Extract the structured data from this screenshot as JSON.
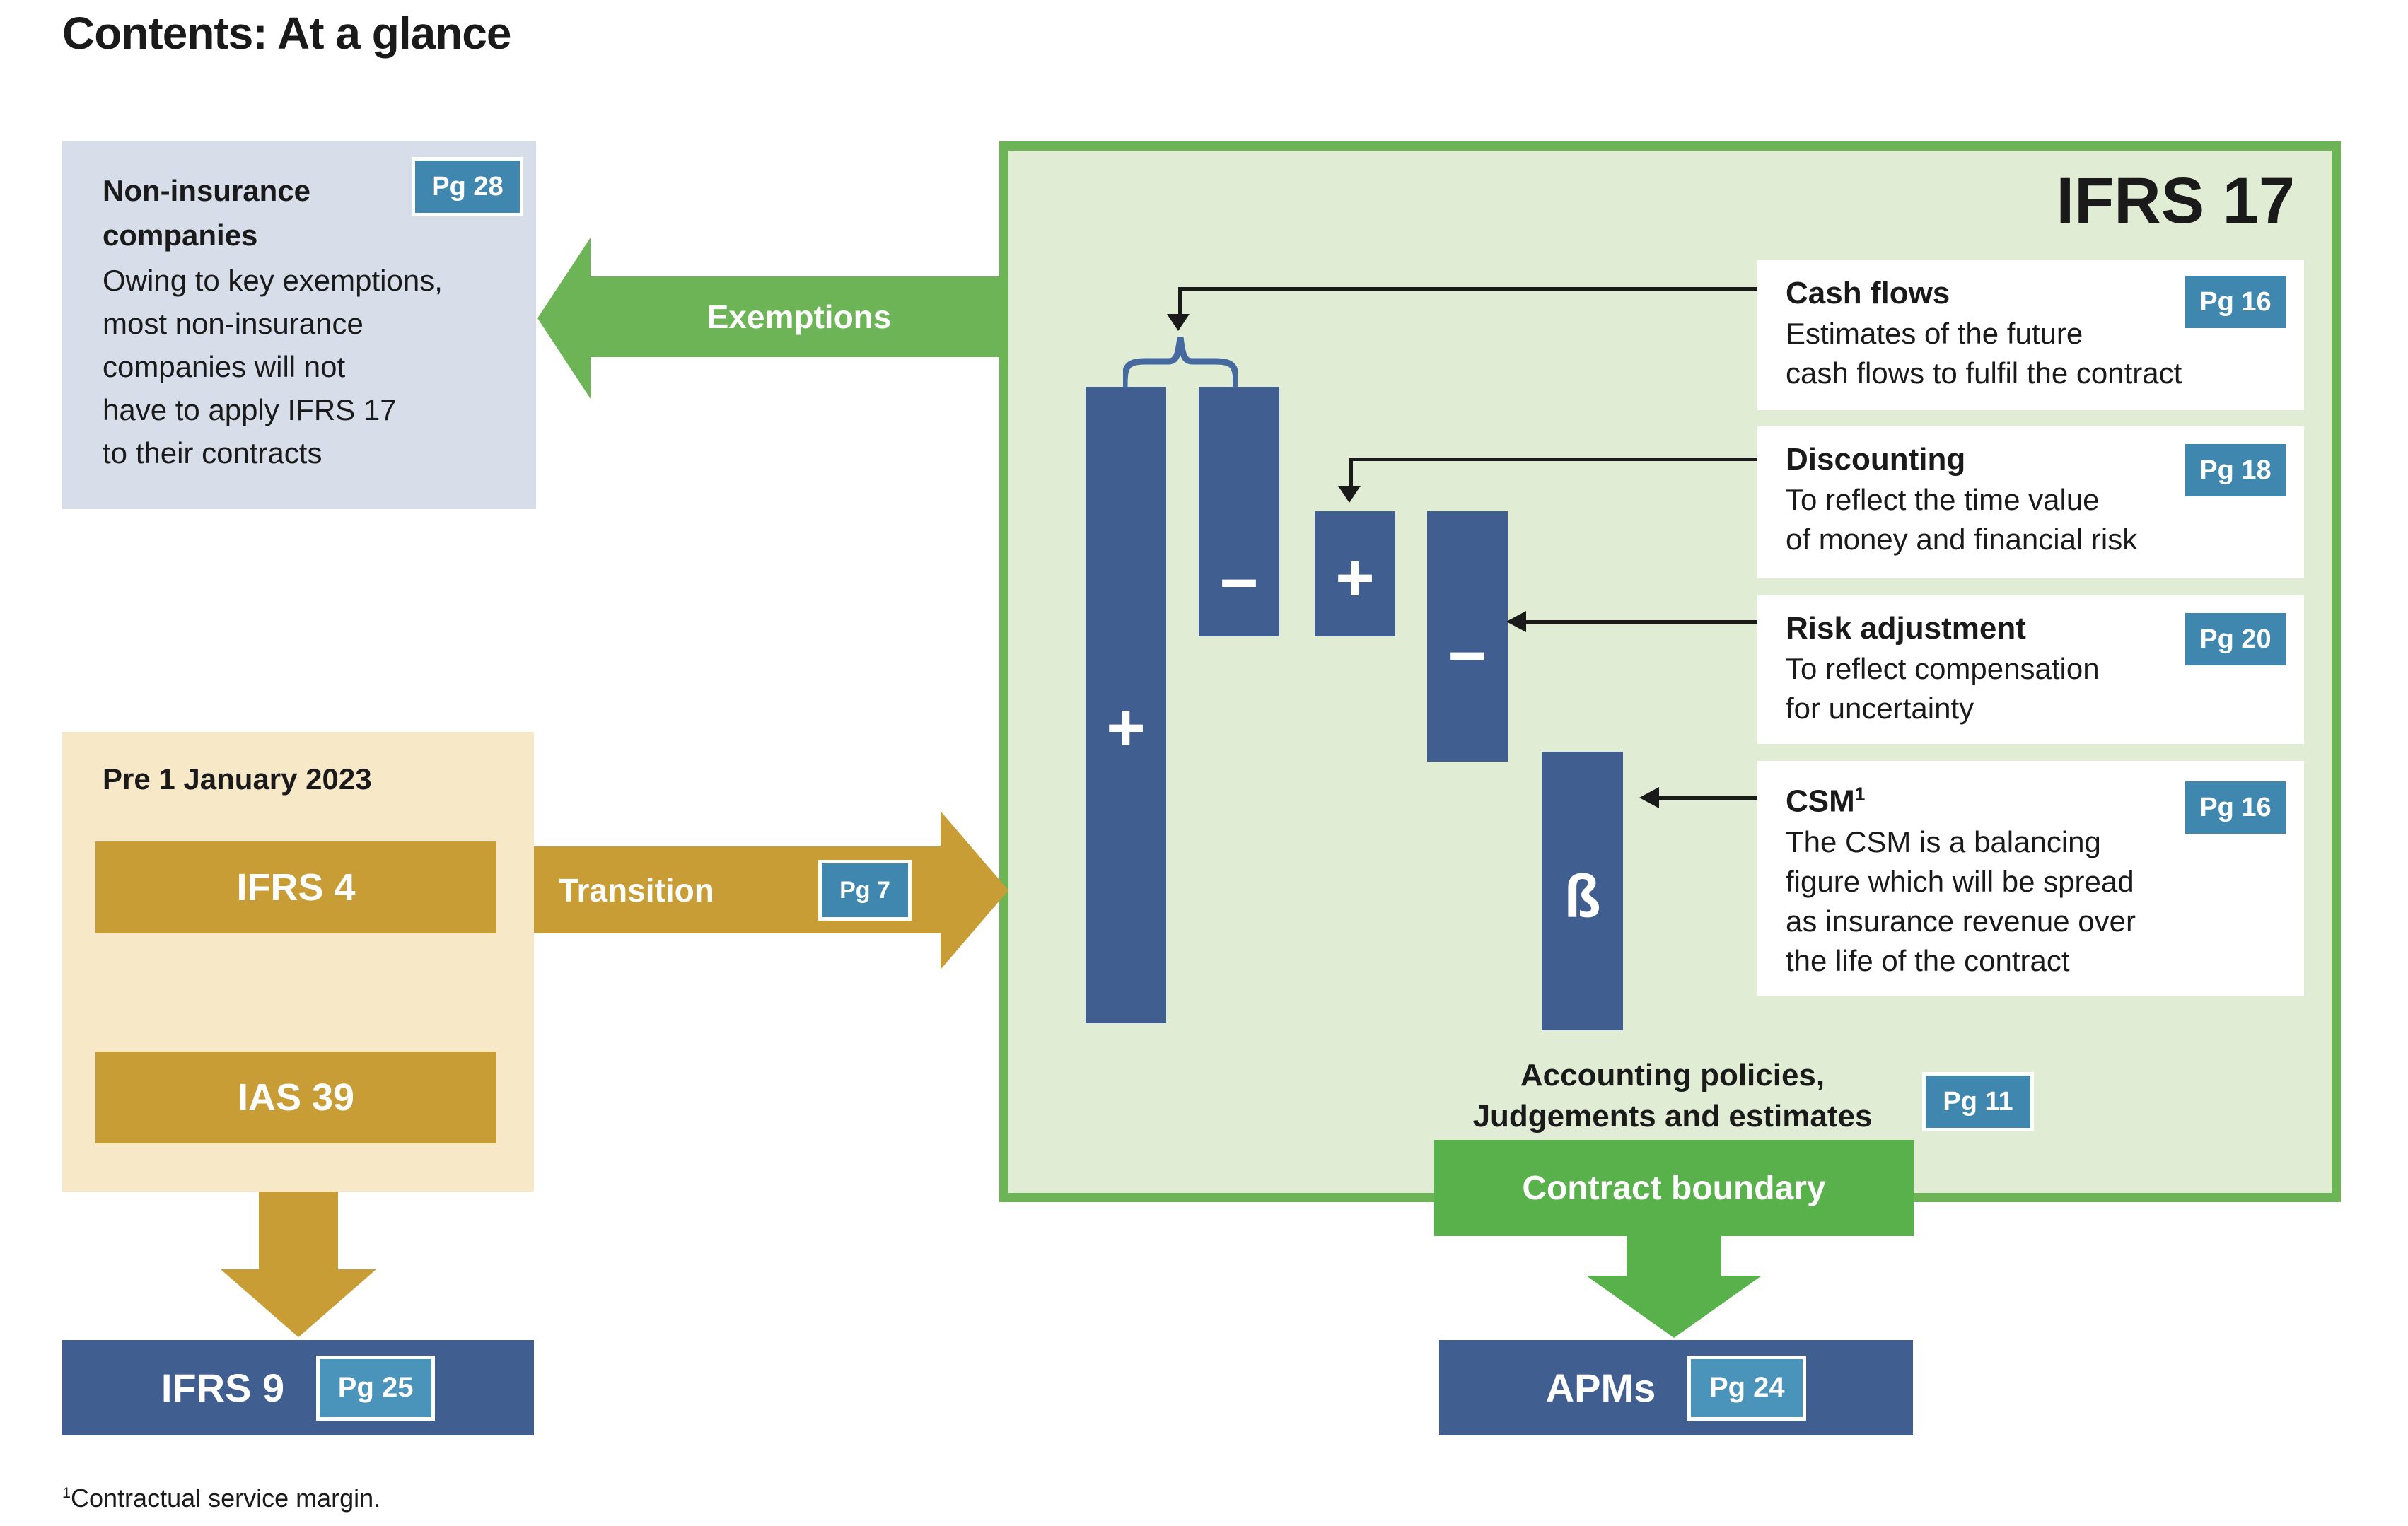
{
  "title": "Contents: At a glance",
  "colors": {
    "bar_blue": "#405e90",
    "badge_blue": "#3f87ae",
    "badge_blue_light": "#4a94bc",
    "light_blue_panel": "#d7dee9",
    "green_border": "#6db457",
    "green_banner": "#58b14a",
    "green_fill": "#e0ecd4",
    "cream": "#f7e8c8",
    "gold": "#c99d35",
    "brace_blue": "#46699f"
  },
  "non_insurance": {
    "badge": "Pg 28",
    "title_lines": [
      "Non-insurance",
      "companies"
    ],
    "body_lines": [
      "Owing to key exemptions,",
      "most non-insurance",
      "companies will not",
      "have to apply IFRS 17",
      "to their contracts"
    ]
  },
  "exemptions": {
    "label": "Exemptions"
  },
  "ifrs17": {
    "heading": "IFRS 17",
    "bars": [
      {
        "name": "cash-inflows",
        "glyph": "+"
      },
      {
        "name": "cash-outflows",
        "glyph": "−"
      },
      {
        "name": "discounting",
        "glyph": "+"
      },
      {
        "name": "risk-adjustment",
        "glyph": "−"
      },
      {
        "name": "csm",
        "glyph": "ß"
      }
    ],
    "info_boxes": [
      {
        "title": "Cash flows",
        "title_sup": "",
        "badge": "Pg 16",
        "lines": [
          "Estimates of the future",
          "cash flows to fulfil the contract"
        ]
      },
      {
        "title": "Discounting",
        "title_sup": "",
        "badge": "Pg 18",
        "lines": [
          "To reflect the time value",
          "of money and financial risk"
        ]
      },
      {
        "title": "Risk adjustment",
        "title_sup": "",
        "badge": "Pg 20",
        "lines": [
          "To reflect compensation",
          "for uncertainty"
        ]
      },
      {
        "title": "CSM",
        "title_sup": "1",
        "badge": "Pg 16",
        "lines": [
          "The CSM is a balancing",
          "figure which will be spread",
          "as insurance revenue over",
          "the life of the contract"
        ]
      }
    ],
    "accounting": {
      "line1": "Accounting policies,",
      "line2": "Judgements and estimates",
      "badge": "Pg 11"
    },
    "contract_boundary": {
      "label": "Contract boundary"
    },
    "apms": {
      "label": "APMs",
      "badge": "Pg 24"
    }
  },
  "pre_2023": {
    "heading": "Pre 1 January 2023",
    "ifrs4": "IFRS 4",
    "ias39": "IAS 39"
  },
  "transition": {
    "label": "Transition",
    "badge": "Pg 7"
  },
  "ifrs9": {
    "label": "IFRS 9",
    "badge": "Pg 25"
  },
  "footnote": {
    "sup": "1",
    "text": "Contractual service margin."
  }
}
